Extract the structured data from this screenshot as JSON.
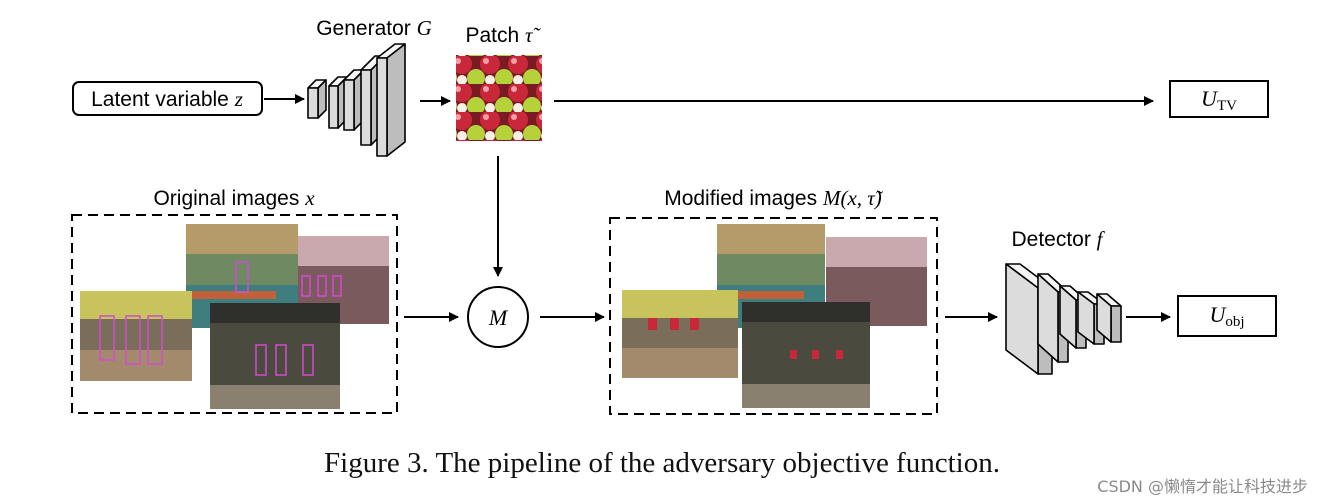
{
  "labels": {
    "latent": "Latent variable ",
    "latent_var": "z",
    "generator": "Generator ",
    "generator_var": "G",
    "patch": "Patch ",
    "patch_var": "τ̃",
    "utv_main": "U",
    "utv_sub": "TV",
    "original": "Original images ",
    "original_var": "x",
    "modified": "Modified images ",
    "modified_var": "M(x, τ̃)",
    "m_node": "M",
    "detector": "Detector ",
    "detector_var": "f",
    "uobj_main": "U",
    "uobj_sub": "obj"
  },
  "caption": "Figure 3. The pipeline of the adversary objective function.",
  "watermark": "CSDN @懒惰才能让科技进步",
  "colors": {
    "stroke": "#000000",
    "layer_fill": "#dcdcdc",
    "patch_red": "#c8283a",
    "patch_green": "#b6d23a"
  }
}
